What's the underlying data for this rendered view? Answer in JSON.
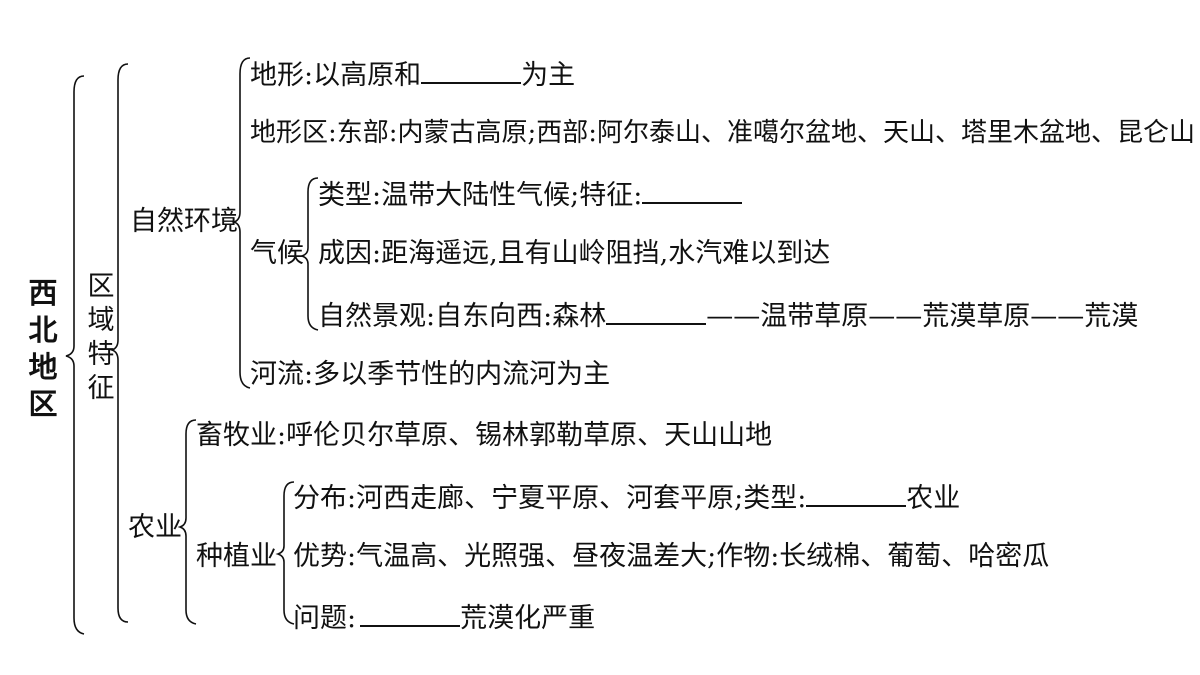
{
  "root": {
    "chars": [
      "西",
      "北",
      "地",
      "区"
    ]
  },
  "region": {
    "chars": [
      "区",
      "域",
      "特",
      "征"
    ]
  },
  "nature": {
    "label": "自然环境",
    "terrain": {
      "prefix": "地形:以高原和",
      "suffix": "为主"
    },
    "terrain_zones": "地形区:东部:内蒙古高原;西部:阿尔泰山、准噶尔盆地、天山、塔里木盆地、昆仑山",
    "climate": {
      "label": "气候",
      "type": "类型:温带大陆性气候;特征:",
      "cause": "成因:距海遥远,且有山岭阻挡,水汽难以到达",
      "landscape": {
        "prefix": "自然景观:自东向西:森林",
        "rest": "——温带草原——荒漠草原——荒漠"
      }
    },
    "rivers": "河流:多以季节性的内流河为主"
  },
  "agriculture": {
    "label": "农业",
    "livestock": "畜牧业:呼伦贝尔草原、锡林郭勒草原、天山山地",
    "planting": {
      "label": "种植业",
      "distribution": {
        "prefix": "分布:河西走廊、宁夏平原、河套平原;类型:",
        "suffix": "农业"
      },
      "advantages": "优势:气温高、光照强、昼夜温差大;作物:长绒棉、葡萄、哈密瓜",
      "problems": {
        "prefix": "问题:",
        "suffix": "荒漠化严重"
      }
    }
  }
}
